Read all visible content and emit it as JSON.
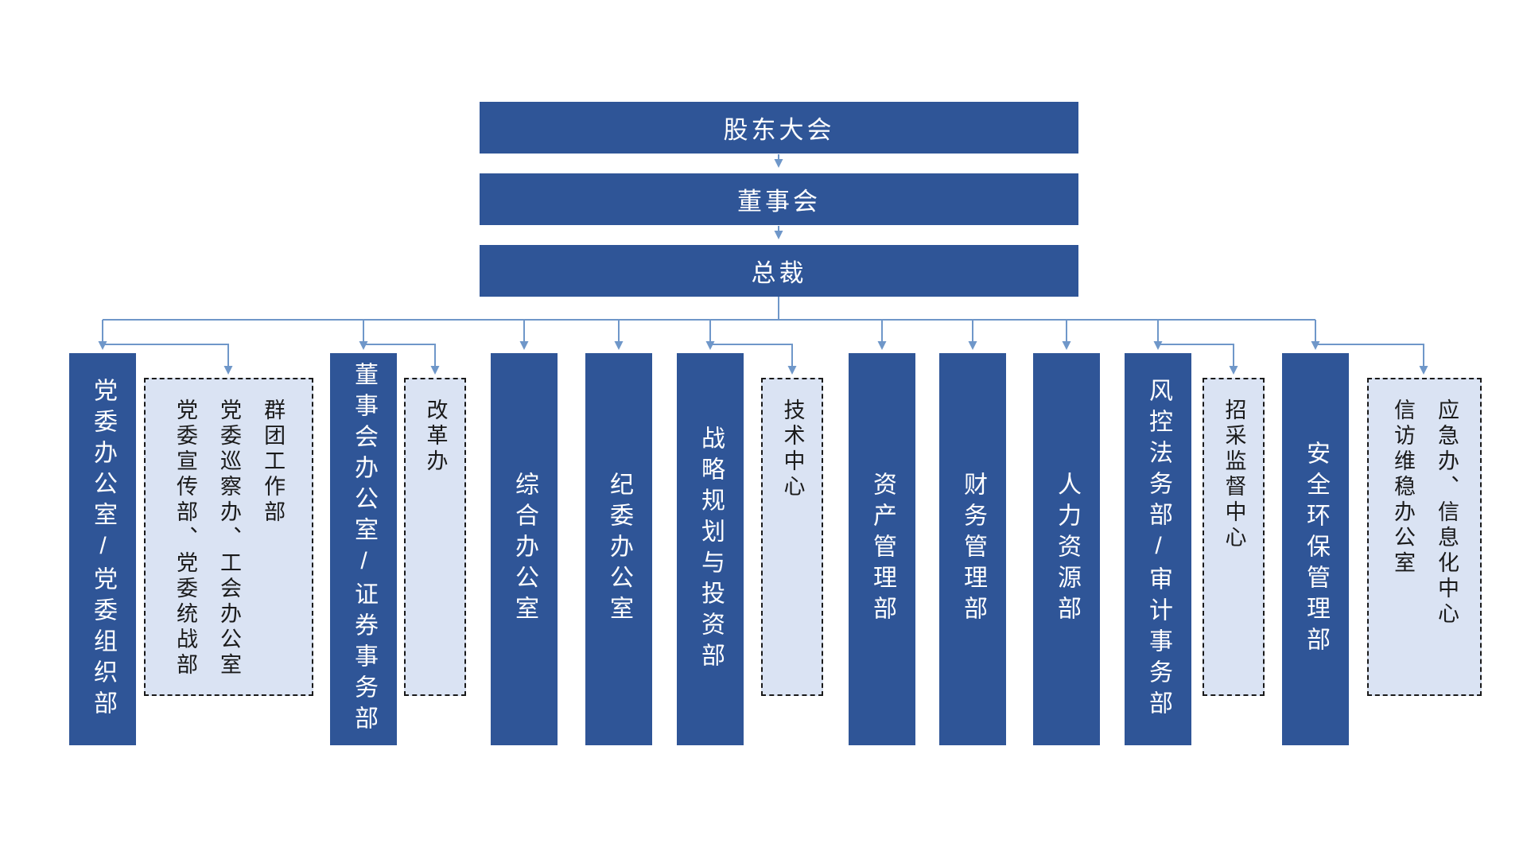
{
  "palette": {
    "canvas_bg": "#FFFFFF",
    "solid_box_fill": "#2F5597",
    "solid_box_text": "#FFFFFF",
    "dashed_box_fill": "#DAE3F3",
    "dashed_box_border": "#1A1A1A",
    "dashed_box_text": "#1A1A1A",
    "connector": "#6F97C9"
  },
  "org_chart": {
    "top_nodes": [
      {
        "label": "股东大会"
      },
      {
        "label": "董事会"
      },
      {
        "label": "总裁"
      }
    ],
    "departments": [
      {
        "label": "党委办公室/党委组织部"
      },
      {
        "label": "董事会办公室/证券事务部"
      },
      {
        "label": "综合办公室"
      },
      {
        "label": "纪委办公室"
      },
      {
        "label": "战略规划与投资部"
      },
      {
        "label": "资产管理部"
      },
      {
        "label": "财务管理部"
      },
      {
        "label": "人力资源部"
      },
      {
        "label": "风控法务部/审计事务部"
      },
      {
        "label": "安全环保管理部"
      }
    ],
    "dashed_groups": [
      {
        "columns": [
          "党委宣传部、党委统战部",
          "党委巡察办、工会办公室",
          "群团工作部"
        ]
      },
      {
        "columns": [
          "改革办"
        ]
      },
      {
        "columns": [
          "技术中心"
        ]
      },
      {
        "columns": [
          "招采监督中心"
        ]
      },
      {
        "columns": [
          "信访维稳办公室",
          "应急办、信息化中心"
        ]
      }
    ]
  }
}
